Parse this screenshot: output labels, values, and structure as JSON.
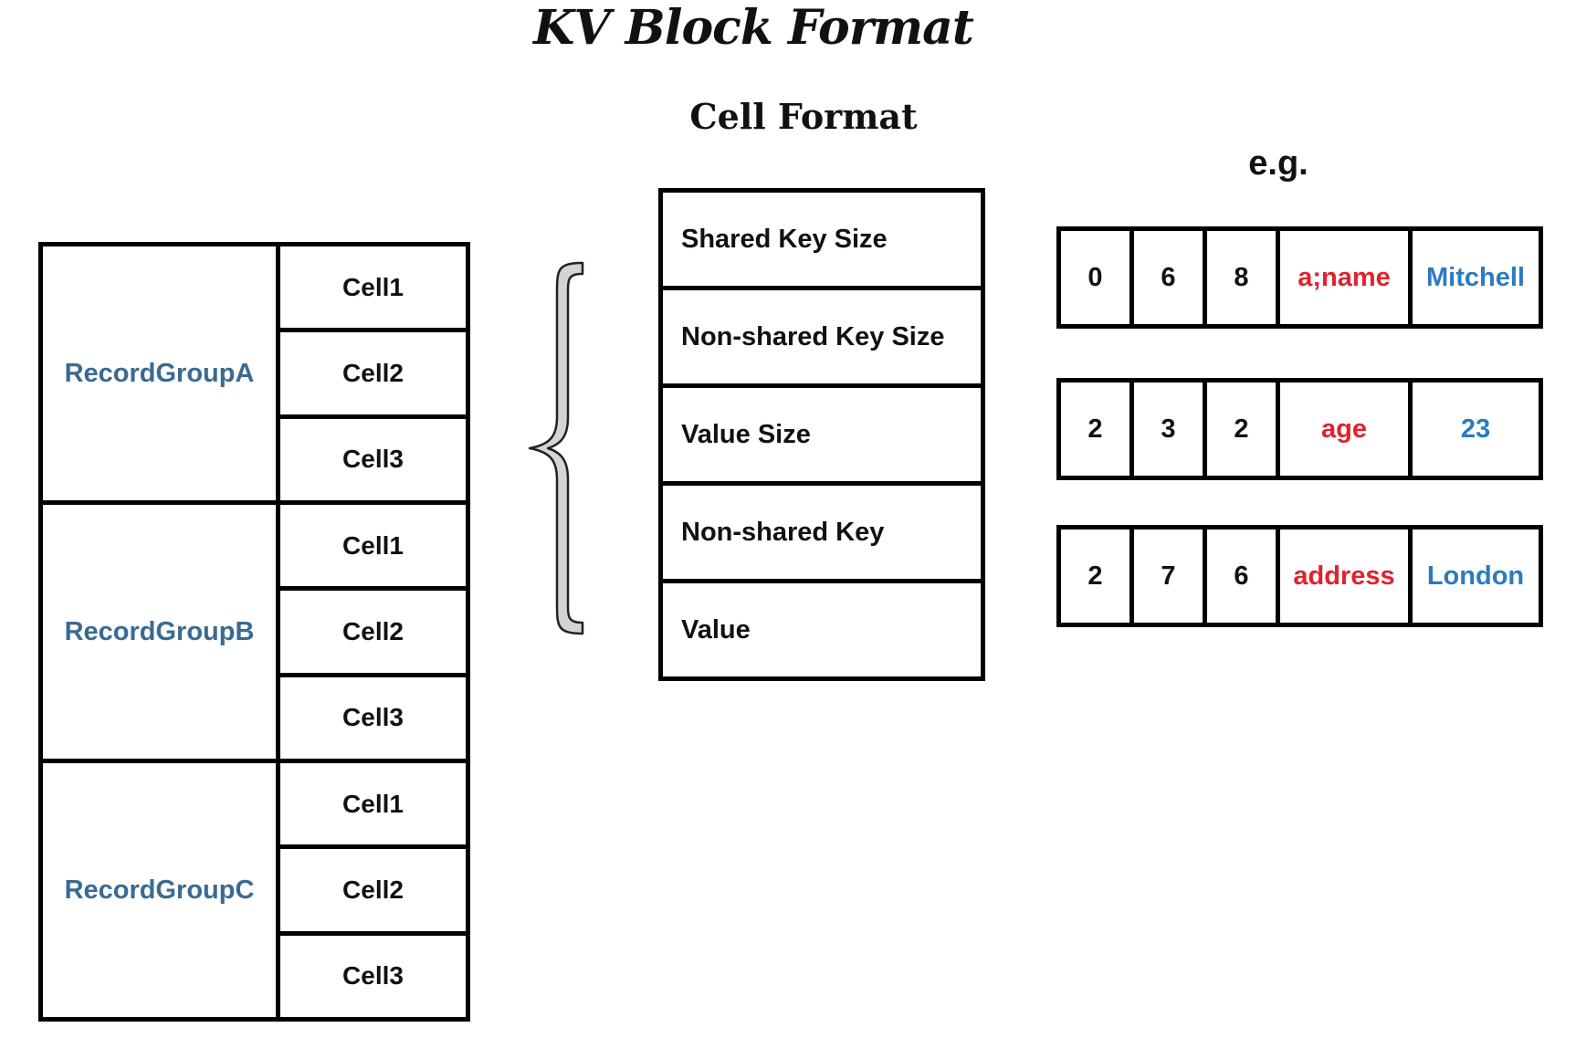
{
  "title": "KV Block Format",
  "subtitle": "Cell Format",
  "example_label": "e.g.",
  "colors": {
    "group_label": "#3a6a93",
    "key_text": "#e3202e",
    "value_text": "#2c7ac0",
    "brace_fill": "#d4d4d4"
  },
  "record_groups": [
    {
      "label": "RecordGroupA",
      "cells": [
        "Cell1",
        "Cell2",
        "Cell3"
      ]
    },
    {
      "label": "RecordGroupB",
      "cells": [
        "Cell1",
        "Cell2",
        "Cell3"
      ]
    },
    {
      "label": "RecordGroupC",
      "cells": [
        "Cell1",
        "Cell2",
        "Cell3"
      ]
    }
  ],
  "cell_format_fields": [
    "Shared Key Size",
    "Non-shared Key Size",
    "Value Size",
    "Non-shared Key",
    "Value"
  ],
  "examples": [
    {
      "shared": "0",
      "nonshared": "6",
      "value_size": "8",
      "key": "a;name",
      "value": "Mitchell"
    },
    {
      "shared": "2",
      "nonshared": "3",
      "value_size": "2",
      "key": "age",
      "value": "23"
    },
    {
      "shared": "2",
      "nonshared": "7",
      "value_size": "6",
      "key": "address",
      "value": "London"
    }
  ]
}
